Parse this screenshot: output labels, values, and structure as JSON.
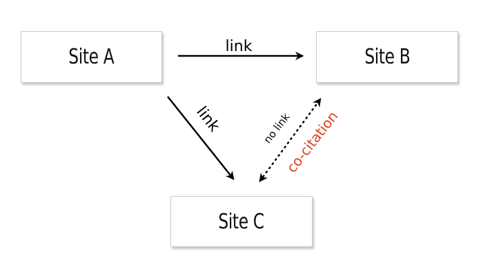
{
  "nodes": {
    "a": {
      "label": "Site A"
    },
    "b": {
      "label": "Site B"
    },
    "c": {
      "label": "Site C"
    }
  },
  "edges": {
    "a_to_b": {
      "label": "link",
      "style": "solid",
      "direction": "A→B"
    },
    "a_to_c": {
      "label": "link",
      "style": "solid",
      "direction": "A→C"
    },
    "b_c": {
      "label": "no link",
      "style": "dotted",
      "direction": "bidirectional",
      "annotation": "co-citation"
    }
  },
  "colors": {
    "line": "#000000",
    "annotation": "#e0401a",
    "box_border": "#c9c9c9"
  }
}
